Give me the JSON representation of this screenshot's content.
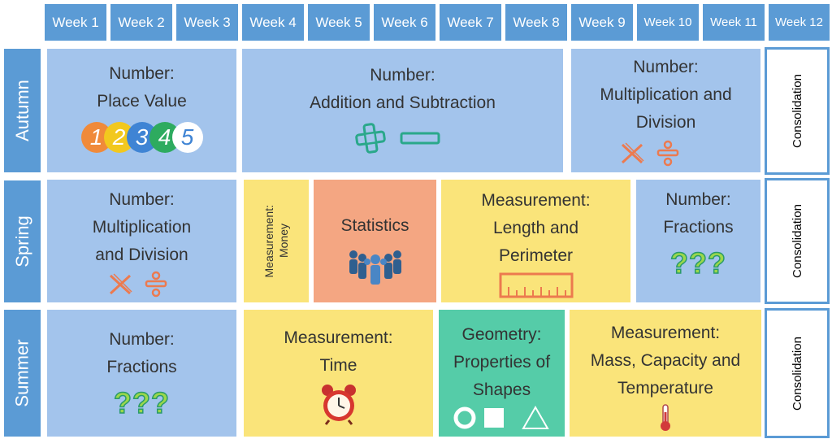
{
  "weeks": [
    "Week 1",
    "Week 2",
    "Week 3",
    "Week 4",
    "Week 5",
    "Week 6",
    "Week 7",
    "Week 8",
    "Week 9",
    "Week 10",
    "Week 11",
    "Week 12"
  ],
  "terms": {
    "autumn": "Autumn",
    "spring": "Spring",
    "summer": "Summer"
  },
  "autumn": {
    "place_value": {
      "line1": "Number:",
      "line2": "Place Value",
      "digits": [
        "1",
        "2",
        "3",
        "4",
        "5"
      ]
    },
    "add_sub": {
      "line1": "Number:",
      "line2": "Addition and Subtraction"
    },
    "mult_div": {
      "line1": "Number:",
      "line2": "Multiplication and",
      "line3": "Division"
    },
    "consolidation": "Consolidation"
  },
  "spring": {
    "mult_div": {
      "line1": "Number:",
      "line2": "Multiplication",
      "line3": "and Division"
    },
    "money": {
      "line1": "Measurement:",
      "line2": "Money"
    },
    "statistics": {
      "line1": "Statistics"
    },
    "length": {
      "line1": "Measurement:",
      "line2": "Length and",
      "line3": "Perimeter"
    },
    "fractions": {
      "line1": "Number:",
      "line2": "Fractions",
      "marks": "???"
    },
    "consolidation": "Consolidation"
  },
  "summer": {
    "fractions": {
      "line1": "Number:",
      "line2": "Fractions",
      "marks": "???"
    },
    "time": {
      "line1": "Measurement:",
      "line2": "Time"
    },
    "geometry": {
      "line1": "Geometry:",
      "line2": "Properties of",
      "line3": "Shapes"
    },
    "mass": {
      "line1": "Measurement:",
      "line2": "Mass, Capacity and",
      "line3": "Temperature"
    },
    "consolidation": "Consolidation"
  },
  "colors": {
    "header": "#5b9bd5",
    "number": "#a3c4ec",
    "measurement": "#fae47a",
    "statistics": "#f4a682",
    "geometry": "#55cca8",
    "digit_colors": [
      "#f08a3a",
      "#f2c81e",
      "#3f84d4",
      "#2eab5f",
      "#ffffff"
    ]
  },
  "icons": [
    "plus-icon",
    "minus-icon",
    "multiply-icon",
    "divide-icon",
    "people-icon",
    "ruler-icon",
    "question-marks-icon",
    "alarm-clock-icon",
    "circle-icon",
    "square-icon",
    "triangle-icon",
    "thermometer-icon"
  ]
}
